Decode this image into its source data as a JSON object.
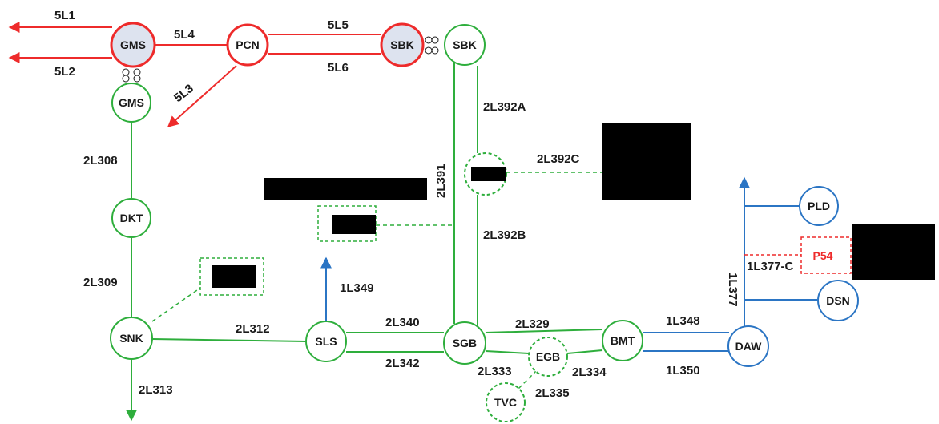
{
  "colors": {
    "red": "#ee2b2b",
    "green": "#2eae3c",
    "blue": "#2b75c4",
    "dark": "#1a1a1a",
    "node_fill_red": "#dde3ef",
    "redaction": "#000000"
  },
  "nodes": {
    "gms_top": "GMS",
    "pcn": "PCN",
    "sbk_red": "SBK",
    "sbk_green": "SBK",
    "gms_green": "GMS",
    "dkt": "DKT",
    "snk": "SNK",
    "sls": "SLS",
    "sgb": "SGB",
    "egb": "EGB",
    "tvc": "TVC",
    "bmt": "BMT",
    "daw": "DAW",
    "pld": "PLD",
    "dsn": "DSN",
    "p54": "P54"
  },
  "lines": {
    "l5L1": "5L1",
    "l5L2": "5L2",
    "l5L4": "5L4",
    "l5L3": "5L3",
    "l5L5": "5L5",
    "l5L6": "5L6",
    "l2L392A": "2L392A",
    "l2L392C": "2L392C",
    "l2L391": "2L391",
    "l2L392B": "2L392B",
    "l2L308": "2L308",
    "l2L309": "2L309",
    "l1L349": "1L349",
    "l2L312": "2L312",
    "l2L340": "2L340",
    "l2L342": "2L342",
    "l2L329": "2L329",
    "l2L333": "2L333",
    "l2L334": "2L334",
    "l2L335": "2L335",
    "l1L348": "1L348",
    "l1L350": "1L350",
    "l1L377": "1L377",
    "l1L377C": "1L377-C",
    "l2L313": "2L313"
  }
}
